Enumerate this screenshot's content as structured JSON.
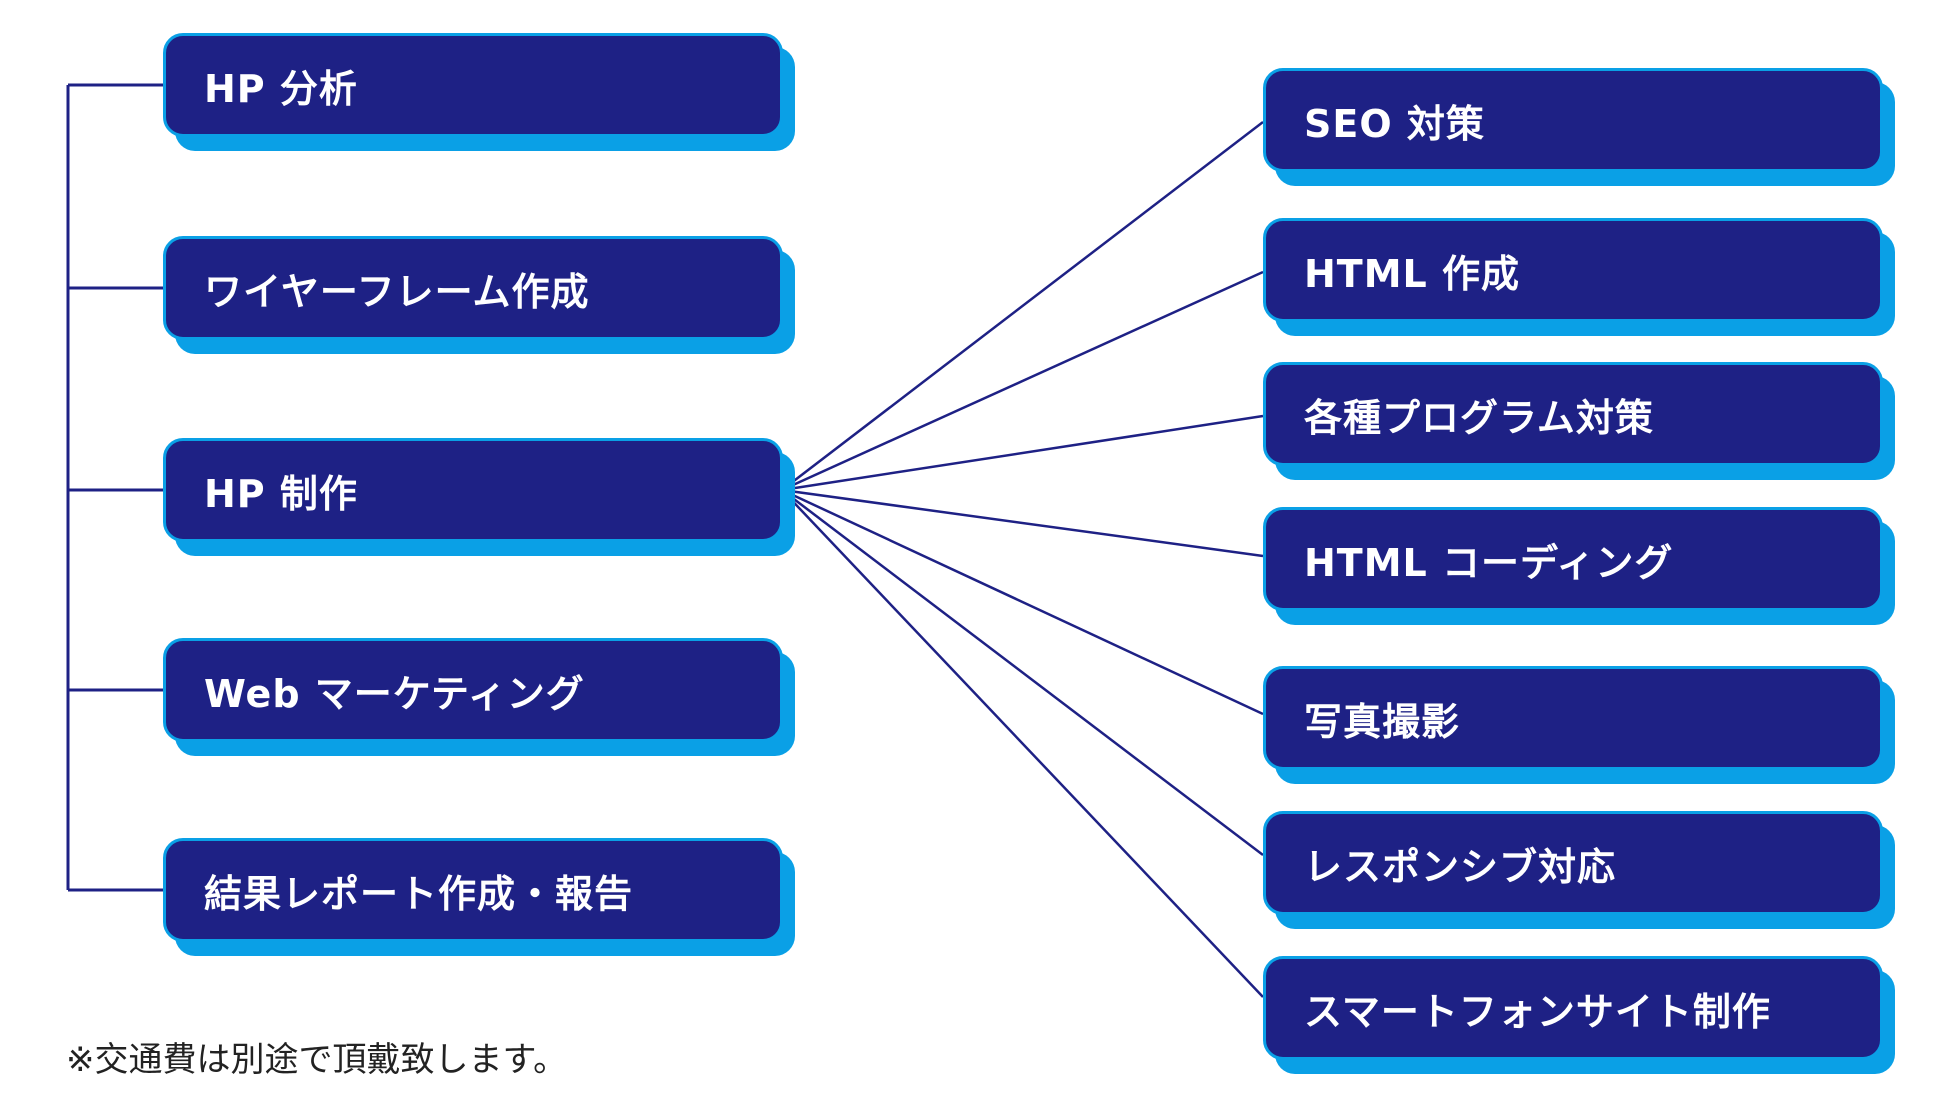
{
  "colors": {
    "box_fill": "#1e2185",
    "box_border": "#0aa0e6",
    "box_shadow": "#0aa0e6",
    "line": "#1e2185",
    "text": "#ffffff"
  },
  "left_items": [
    {
      "label": "HP 分析"
    },
    {
      "label": "ワイヤーフレーム作成"
    },
    {
      "label": "HP 制作"
    },
    {
      "label": "Web マーケティング"
    },
    {
      "label": "結果レポート作成・報告"
    }
  ],
  "right_items": [
    {
      "label": "SEO 対策"
    },
    {
      "label": "HTML 作成"
    },
    {
      "label": "各種プログラム対策"
    },
    {
      "label": "HTML コーディング"
    },
    {
      "label": "写真撮影"
    },
    {
      "label": "レスポンシブ対応"
    },
    {
      "label": "スマートフォンサイト制作"
    }
  ],
  "note": "※交通費は別途で頂戴致します。"
}
